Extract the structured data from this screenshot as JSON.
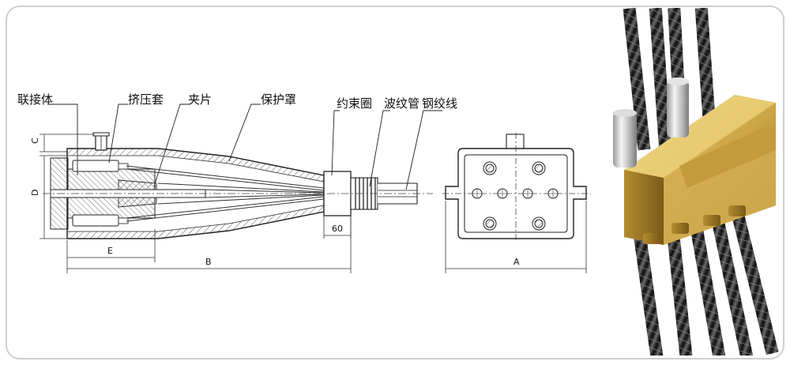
{
  "labels": {
    "connector_body": "联接体",
    "extrusion_sleeve": "挤压套",
    "clip": "夹片",
    "protective_cover": "保护罩",
    "binding_ring": "约束圈",
    "corrugated_pipe": "波纹管",
    "steel_strand": "钢绞线"
  },
  "dimensions": {
    "a": "A",
    "b": "B",
    "c": "C",
    "d": "D",
    "e": "E",
    "sixty": "60"
  }
}
